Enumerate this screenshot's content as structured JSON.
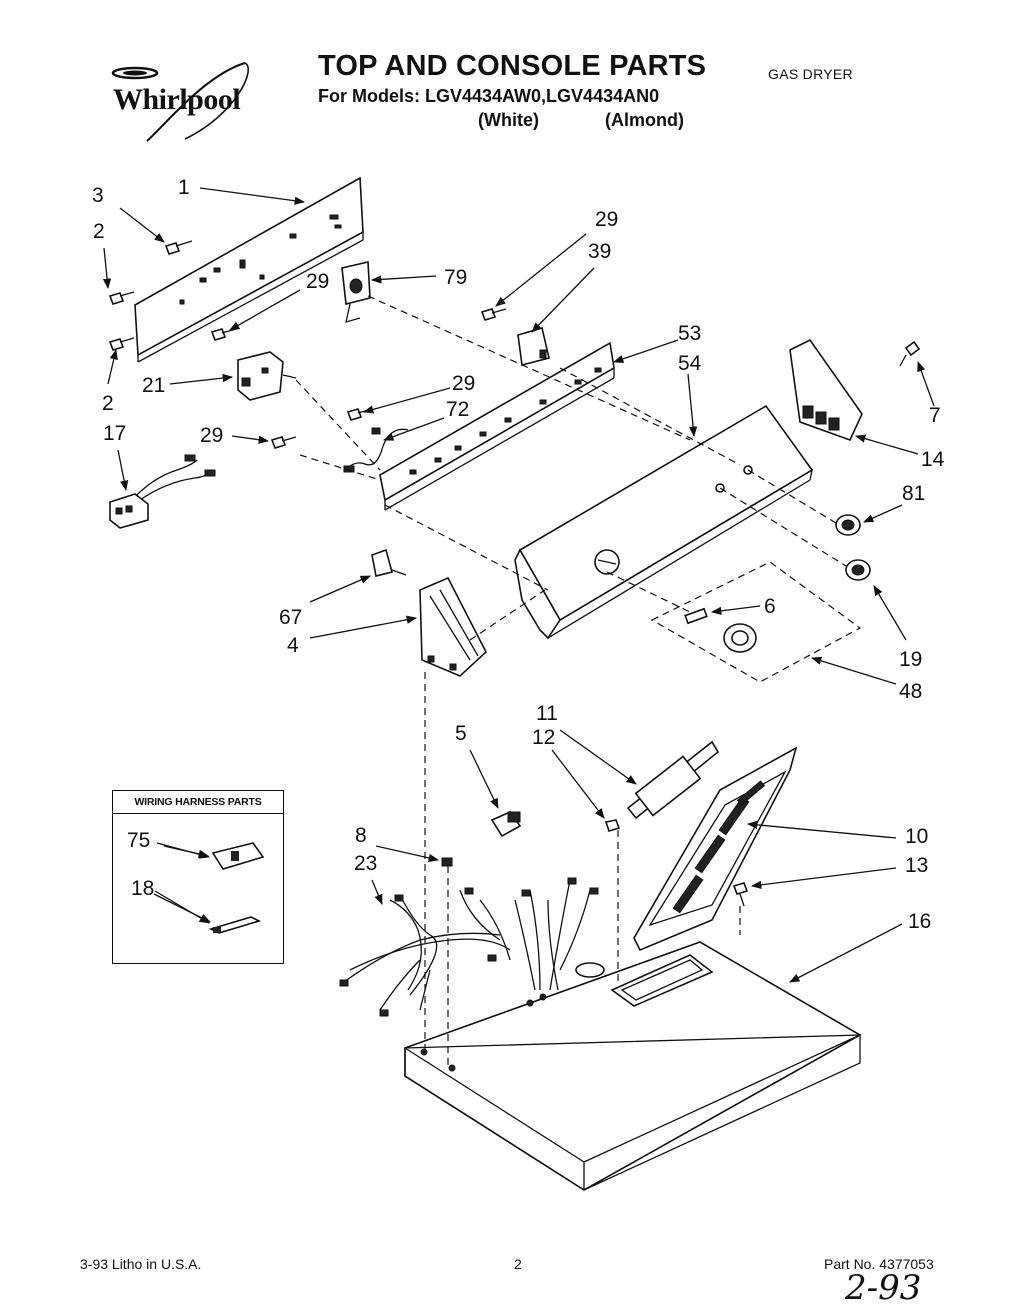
{
  "brand": "Whirlpool",
  "title": "TOP AND CONSOLE PARTS",
  "models_line": "For Models: LGV4434AW0,LGV4434AN0",
  "variants": [
    "(White)",
    "(Almond)"
  ],
  "product_type": "GAS DRYER",
  "wiring_harness": {
    "title": "WIRING HARNESS PARTS",
    "items": [
      "75",
      "18"
    ]
  },
  "callouts": [
    "1",
    "2",
    "2",
    "3",
    "4",
    "5",
    "6",
    "7",
    "8",
    "10",
    "11",
    "12",
    "13",
    "14",
    "16",
    "17",
    "19",
    "21",
    "23",
    "29",
    "29",
    "29",
    "29",
    "29",
    "39",
    "48",
    "53",
    "54",
    "67",
    "72",
    "79",
    "81"
  ],
  "footer": {
    "date_litho": "3-93  Litho in U.S.A.",
    "page": "2",
    "part_no": "Part No. 4377053",
    "handwritten": "2-93"
  }
}
